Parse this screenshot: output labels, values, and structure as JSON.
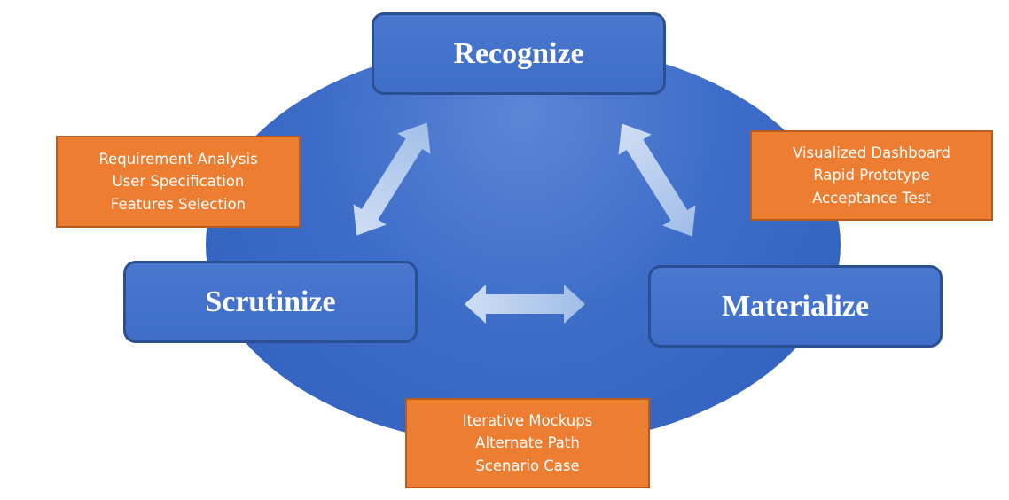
{
  "nodes": {
    "recognize": "Recognize",
    "scrutinize": "Scrutinize",
    "materialize": "Materialize"
  },
  "notes": {
    "left": [
      "Requirement Analysis",
      "User Specification",
      "Features Selection"
    ],
    "right": [
      "Visualized Dashboard",
      "Rapid Prototype",
      "Acceptance Test"
    ],
    "bottom": [
      "Iterative Mockups",
      "Alternate Path",
      "Scenario Case"
    ]
  },
  "colors": {
    "ellipse": "#3d6dc8",
    "node_fill": "#4472c4",
    "node_border": "#2a4f93",
    "note_fill": "#ed7d31",
    "arrow": "#b9d0ee"
  },
  "icons": [
    "double-arrow-icon"
  ]
}
